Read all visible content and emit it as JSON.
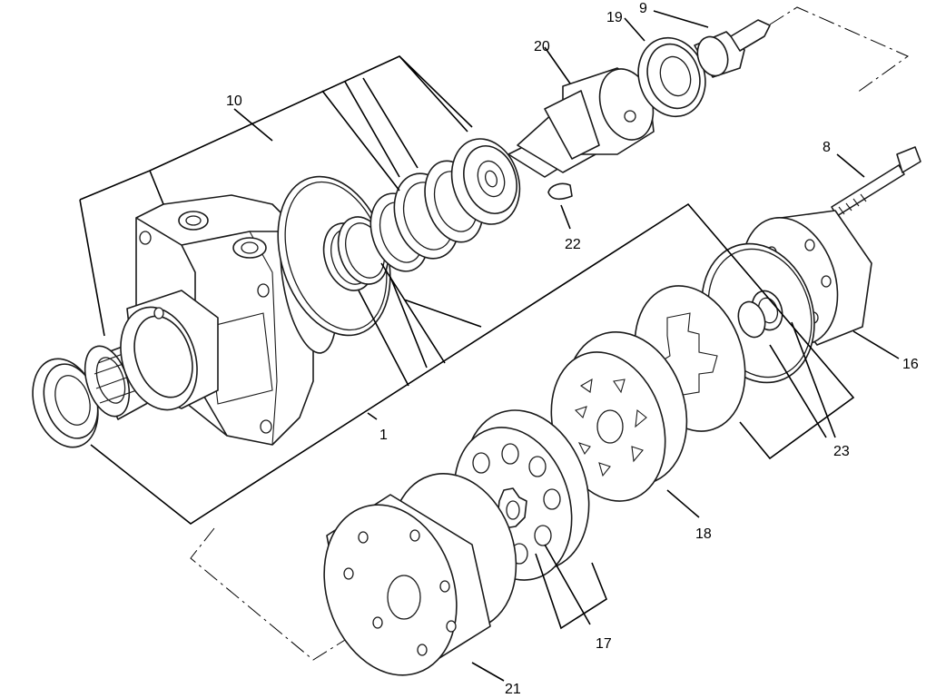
{
  "callouts": {
    "c1": "1",
    "c8": "8",
    "c9": "9",
    "c10": "10",
    "c16": "16",
    "c17": "17",
    "c18": "18",
    "c19": "19",
    "c20": "20",
    "c21": "21",
    "c22": "22",
    "c23": "23"
  }
}
